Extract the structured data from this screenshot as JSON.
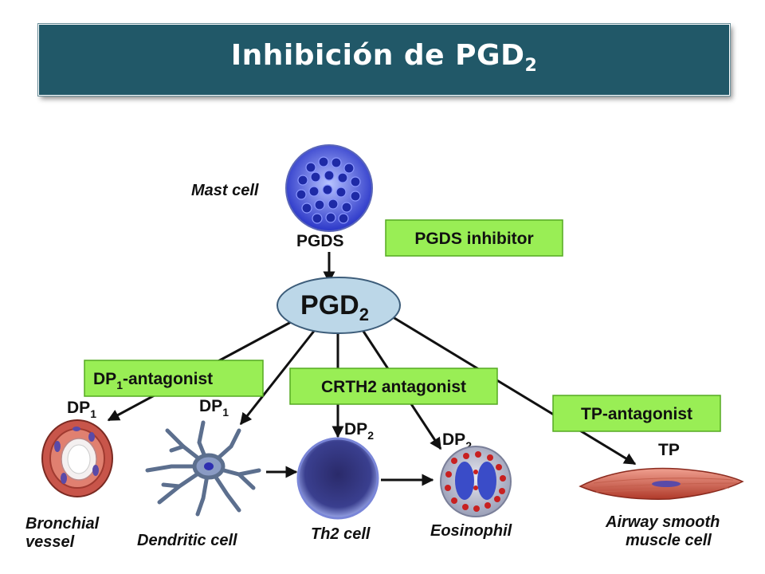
{
  "slide": {
    "title": "Inhibición de PGD",
    "title_sub": "2"
  },
  "diagram": {
    "mast_cell_label": "Mast cell",
    "pgds_label": "PGDS",
    "pgds_inhibitor": "PGDS inhibitor",
    "pgd2": {
      "text": "PGD",
      "sub": "2"
    },
    "dp1_antagonist": {
      "pre": "DP",
      "sub": "1",
      "post": "-antagonist"
    },
    "crth2_antagonist": "CRTH2 antagonist",
    "tp_antagonist": "TP-antagonist",
    "receptors": {
      "dp1_bronchial": {
        "text": "DP",
        "sub": "1"
      },
      "dp1_dendritic": {
        "text": "DP",
        "sub": "1"
      },
      "dp2_th2": {
        "text": "DP",
        "sub": "2"
      },
      "dp2_eosinophil": {
        "text": "DP",
        "sub": "2"
      },
      "tp": "TP"
    },
    "cells": {
      "bronchial_line1": "Bronchial",
      "bronchial_line2": "vessel",
      "dendritic": "Dendritic cell",
      "th2": "Th2 cell",
      "eosinophil": "Eosinophil",
      "airway_line1": "Airway smooth",
      "airway_line2": "muscle cell"
    },
    "colors": {
      "title_bar": "#215868",
      "box_fill": "#99ee55",
      "pgd2_fill": "#bcd7e8"
    }
  }
}
